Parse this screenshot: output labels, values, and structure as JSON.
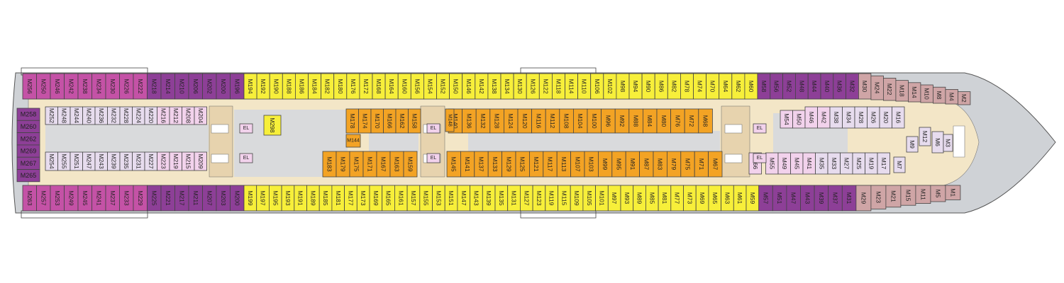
{
  "colors": {
    "purple_dark": "#8d3f97",
    "magenta": "#c452a6",
    "pink": "#f2d2ec",
    "lavender": "#e7dcee",
    "yellow": "#f7ef3a",
    "orange": "#f3a324",
    "rose": "#cfa5a6",
    "deck_floor": "#f3e6c7",
    "hull": "#cfd2d6",
    "inner_grey": "#d9dadc"
  },
  "stern_block": [
    "M258",
    "M260",
    "M262",
    "M269",
    "M267",
    "M265"
  ],
  "top_outer": {
    "magenta": [
      "M256",
      "M250",
      "M246",
      "M242",
      "M238",
      "M234",
      "M230",
      "M226",
      "M222"
    ],
    "purple": [
      "M218",
      "M214",
      "M210",
      "M206",
      "M202",
      "M200",
      "M196"
    ],
    "yellow": [
      "M194",
      "M192",
      "M190",
      "M188",
      "M186",
      "M184",
      "M182",
      "M180",
      "M176",
      "M172",
      "M168",
      "M164",
      "M160",
      "M156",
      "M154",
      "M152",
      "M150",
      "M146",
      "M142",
      "M138",
      "M134",
      "M130",
      "M126",
      "M122",
      "M118",
      "M114",
      "M110",
      "M106",
      "M102",
      "M98",
      "M94",
      "M90",
      "M86",
      "M82",
      "M78",
      "M74",
      "M70",
      "M64",
      "M62",
      "M60"
    ],
    "purple_fwd": [
      "M58",
      "M56",
      "M52",
      "M48",
      "M44",
      "M40",
      "M36",
      "M32"
    ],
    "rose": [
      "M30",
      "M24",
      "M22",
      "M18",
      "M14",
      "M10",
      "M8",
      "M4",
      "M2"
    ]
  },
  "bottom_outer": {
    "magenta": [
      "M263",
      "M257",
      "M253",
      "M249",
      "M245",
      "M241",
      "M237",
      "M233",
      "M229"
    ],
    "purple": [
      "M225",
      "M221",
      "M217",
      "M211",
      "M207",
      "M203",
      "M200"
    ],
    "yellow": [
      "M199",
      "M197",
      "M195",
      "M193",
      "M191",
      "M189",
      "M185",
      "M181",
      "M177",
      "M173",
      "M169",
      "M165",
      "M161",
      "M157",
      "M155",
      "M153",
      "M151",
      "M147",
      "M143",
      "M139",
      "M135",
      "M131",
      "M127",
      "M123",
      "M119",
      "M115",
      "M109",
      "M105",
      "M101",
      "M97",
      "M93",
      "M89",
      "M85",
      "M81",
      "M77",
      "M73",
      "M69",
      "M65",
      "M63",
      "M61",
      "M59"
    ],
    "purple_fwd": [
      "M57",
      "M51",
      "M47",
      "M43",
      "M39",
      "M37",
      "M31"
    ],
    "rose": [
      "M29",
      "M23",
      "M21",
      "M15",
      "M11",
      "M5",
      "M1"
    ]
  },
  "top_inner_aft": [
    "M252",
    "M248",
    "M244",
    "M240",
    "M236",
    "M232",
    "M228",
    "M224",
    "M220",
    "M216",
    "M212",
    "M208",
    "M204"
  ],
  "bottom_inner_aft": [
    "M254",
    "M255",
    "M251",
    "M247",
    "M243",
    "M239",
    "M235",
    "M231",
    "M227",
    "M223",
    "M219",
    "M215",
    "M209"
  ],
  "top_inner_mid_a": [
    "M178",
    "M174",
    "M170",
    "M166",
    "M162",
    "M158"
  ],
  "top_inner_mid_b": [
    "M140",
    "M136",
    "M132",
    "M128",
    "M124",
    "M120",
    "M116",
    "M112",
    "M108",
    "M104",
    "M100",
    "M96",
    "M92",
    "M88",
    "M84",
    "M80",
    "M76",
    "M72",
    "M68"
  ],
  "bottom_inner_mid_a": [
    "M183",
    "M179",
    "M175",
    "M171",
    "M167",
    "M163",
    "M159"
  ],
  "bottom_inner_mid_b": [
    "M145",
    "M141",
    "M137",
    "M133",
    "M129",
    "M125",
    "M121",
    "M117",
    "M113",
    "M107",
    "M103",
    "M99",
    "M95",
    "M91",
    "M87",
    "M83",
    "M79",
    "M75",
    "M71",
    "M67"
  ],
  "fwd_inner_top": [
    "M54",
    "M50",
    "M46",
    "M42",
    "M38",
    "M34",
    "M28",
    "M26",
    "M20",
    "M16"
  ],
  "fwd_inner_bottom": [
    "M66",
    "M55",
    "M49",
    "M45",
    "M41",
    "M35",
    "M33",
    "M27",
    "M25",
    "M19",
    "M17"
  ],
  "bow_inner": [
    "M12",
    "M9",
    "M7",
    "M6",
    "M3"
  ],
  "misc": [
    "M298",
    "M144",
    "M148",
    "EL",
    "EL",
    "EL",
    "EL",
    "EL",
    "EL"
  ]
}
